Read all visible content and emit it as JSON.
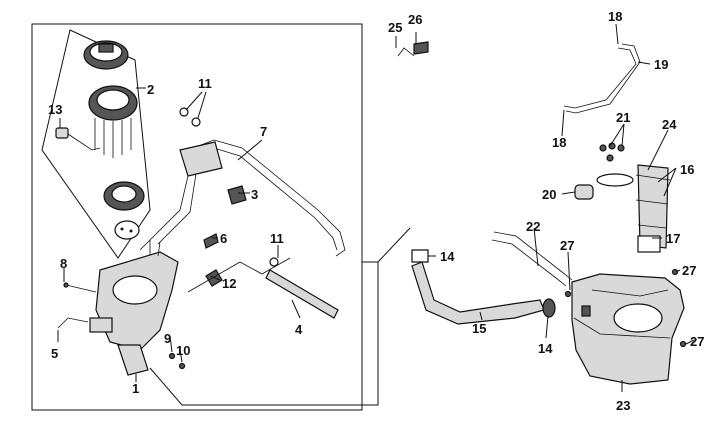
{
  "labels": {
    "l1": "1",
    "l2": "2",
    "l3": "3",
    "l4": "4",
    "l5": "5",
    "l6": "6",
    "l7": "7",
    "l8": "8",
    "l9": "9",
    "l10": "10",
    "l11a": "11",
    "l11b": "11",
    "l12": "12",
    "l13": "13",
    "l14a": "14",
    "l14b": "14",
    "l15": "15",
    "l16": "16",
    "l17": "17",
    "l18a": "18",
    "l18b": "18",
    "l19": "19",
    "l20": "20",
    "l21": "21",
    "l22": "22",
    "l23": "23",
    "l24": "24",
    "l25": "25",
    "l26": "26",
    "l27a": "27",
    "l27b": "27",
    "l27c": "27"
  },
  "colors": {
    "line": "#111111",
    "shade": "#d9d9d9",
    "dark": "#555555",
    "background": "#ffffff"
  }
}
